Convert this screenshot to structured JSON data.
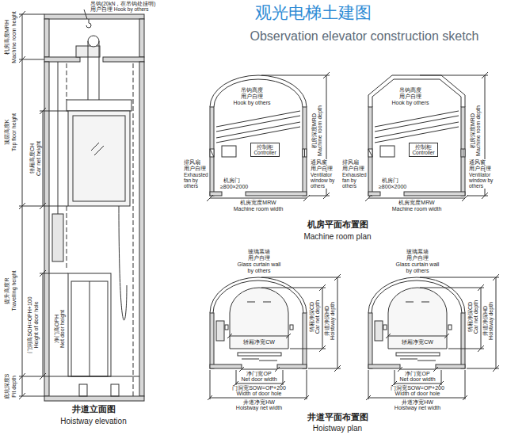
{
  "diagram": {
    "title": "观光电梯土建图",
    "nodes": [
      {
        "text": [
          "控制柜",
          "Controller"
        ]
      },
      {
        "text": [
          "控制柜",
          "Controller"
        ]
      }
    ],
    "labels": [
      "Observation elevator construction sketch",
      "吊钩(20kN，在吊钩处挂明)",
      "用户自理 Hook by others",
      "机房高度MRH",
      "Machine room height",
      "顶层高度K",
      "Top floor height",
      "轿厢高度CH",
      "Car net height",
      "提升高度R",
      "Travelling height",
      "门洞高SOH=OPH+100",
      "Height of door hole",
      "净门高OPH",
      "Net door height",
      "底坑深度S",
      "Pit depth",
      "井道立面图",
      "Hoistway elevation",
      "吊钩高度",
      "用户自理",
      "Hook by others",
      "机房深度MRD",
      "Machine room depth",
      "排风扇",
      "用户自理",
      "Exhausted fan by others",
      "通风窗",
      "用户自理",
      "Ventilator window by others",
      "机房门",
      "≥800×2000",
      "机房宽度MRW",
      "Machine room width",
      "吊钩高度",
      "用户自理",
      "Hook by others",
      "机房深度MRD",
      "Machine room depth",
      "排风扇",
      "用户自理",
      "Exhausted fan by others",
      "通风窗",
      "用户自理",
      "Ventilator window by others",
      "机房门",
      "≥800×2000",
      "机房宽度MRW",
      "Machine room width",
      "机房平面布置图",
      "Machine room plan",
      "玻璃幕墙",
      "用户自理",
      "Glass curtain wall",
      "by others",
      "轿厢净深CD",
      "Car net depth",
      "井道净深HD",
      "Hoistway depth",
      "轿厢净宽CW",
      "净门宽OP",
      "Net door width",
      "门洞宽SOW=OP+200",
      "Width of door hole",
      "井道净宽HW",
      "Hoistway net width",
      "玻璃幕墙",
      "用户自理",
      "Glass curtain wall",
      "by others",
      "轿厢净深CD",
      "Car net depth",
      "井道净深HD",
      "Hoistway depth",
      "轿厢净宽CW",
      "净门宽OP",
      "Net door width",
      "门洞宽SOW=OP+200",
      "Width of door hole",
      "井道净宽HW",
      "Hoistway net width",
      "井道平面布置图",
      "Hoistway plan"
    ]
  }
}
